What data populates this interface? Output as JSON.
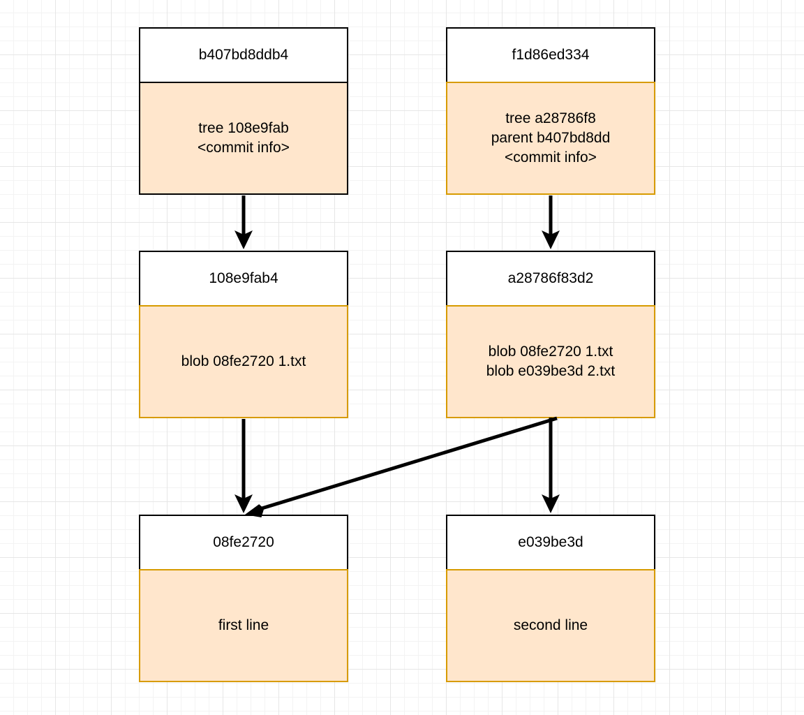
{
  "nodes": {
    "commit_1": {
      "hash": "b407bd8ddb4",
      "lines": [
        "tree 108e9fab",
        "<commit info>"
      ]
    },
    "commit_2": {
      "hash": "f1d86ed334",
      "lines": [
        "tree a28786f8",
        "parent b407bd8dd",
        "<commit info>"
      ]
    },
    "tree_1": {
      "hash": "108e9fab4",
      "lines": [
        "blob 08fe2720 1.txt"
      ]
    },
    "tree_2": {
      "hash": "a28786f83d2",
      "lines": [
        "blob 08fe2720 1.txt",
        "blob e039be3d 2.txt"
      ]
    },
    "blob_1": {
      "hash": "08fe2720",
      "lines": [
        "first line"
      ]
    },
    "blob_2": {
      "hash": "e039be3d",
      "lines": [
        "second line"
      ]
    }
  },
  "colors": {
    "body_fill": "#ffe6cc",
    "body_border": "#d79b00",
    "header_fill": "#ffffff",
    "edge": "#000000"
  }
}
